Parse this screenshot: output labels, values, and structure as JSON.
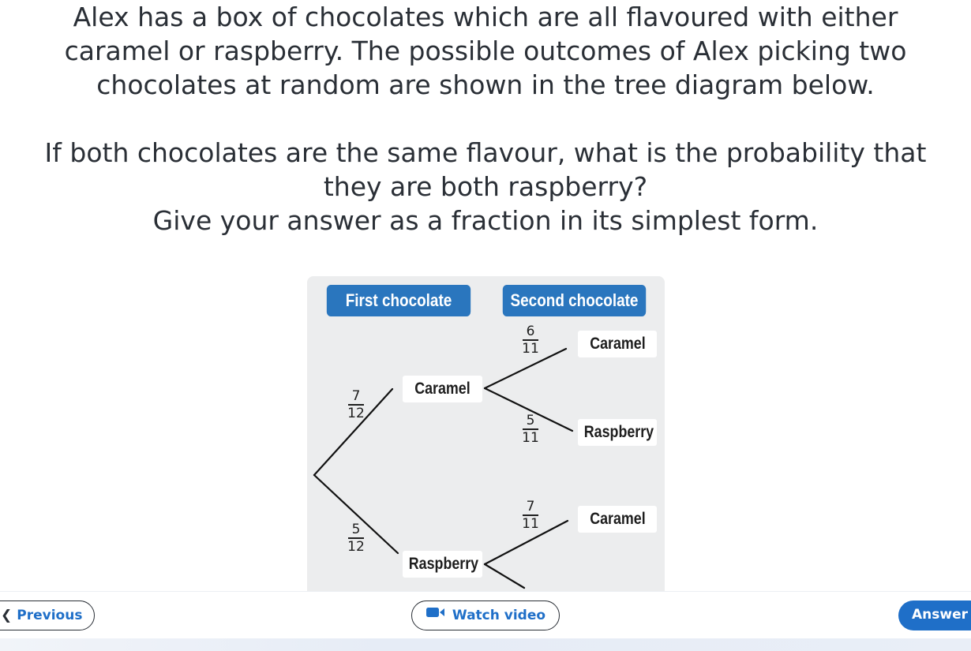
{
  "question": {
    "paragraph1": [
      "Alex has a box of chocolates which are all flavoured with either",
      "caramel or raspberry. The possible outcomes of Alex picking two",
      "chocolates at random are shown in the tree diagram below."
    ],
    "paragraph2": [
      "If both chocolates are the same flavour, what is the probability that",
      "they are both raspberry?",
      "Give your answer as a fraction in its simplest form."
    ]
  },
  "tree_diagram": {
    "headers": {
      "first": "First chocolate",
      "second": "Second chocolate"
    },
    "first_pick": {
      "caramel": {
        "label": "Caramel",
        "numerator": "7",
        "denominator": "12"
      },
      "raspberry": {
        "label": "Raspberry",
        "numerator": "5",
        "denominator": "12"
      }
    },
    "second_pick": {
      "after_caramel_caramel": {
        "label": "Caramel",
        "numerator": "6",
        "denominator": "11"
      },
      "after_caramel_raspberry": {
        "label": "Raspberry",
        "numerator": "5",
        "denominator": "11"
      },
      "after_raspberry_caramel": {
        "label": "Caramel",
        "numerator": "7",
        "denominator": "11"
      }
    },
    "header_color": "#2a76be",
    "background_color": "#ecedee"
  },
  "bottom_bar": {
    "previous": {
      "label": "Previous",
      "icon": "chevron-left-icon"
    },
    "watch_video": {
      "label": "Watch video",
      "icon": "video-camera-icon"
    },
    "answer": {
      "label": "Answer"
    },
    "accent_color": "#1f6fc8"
  }
}
